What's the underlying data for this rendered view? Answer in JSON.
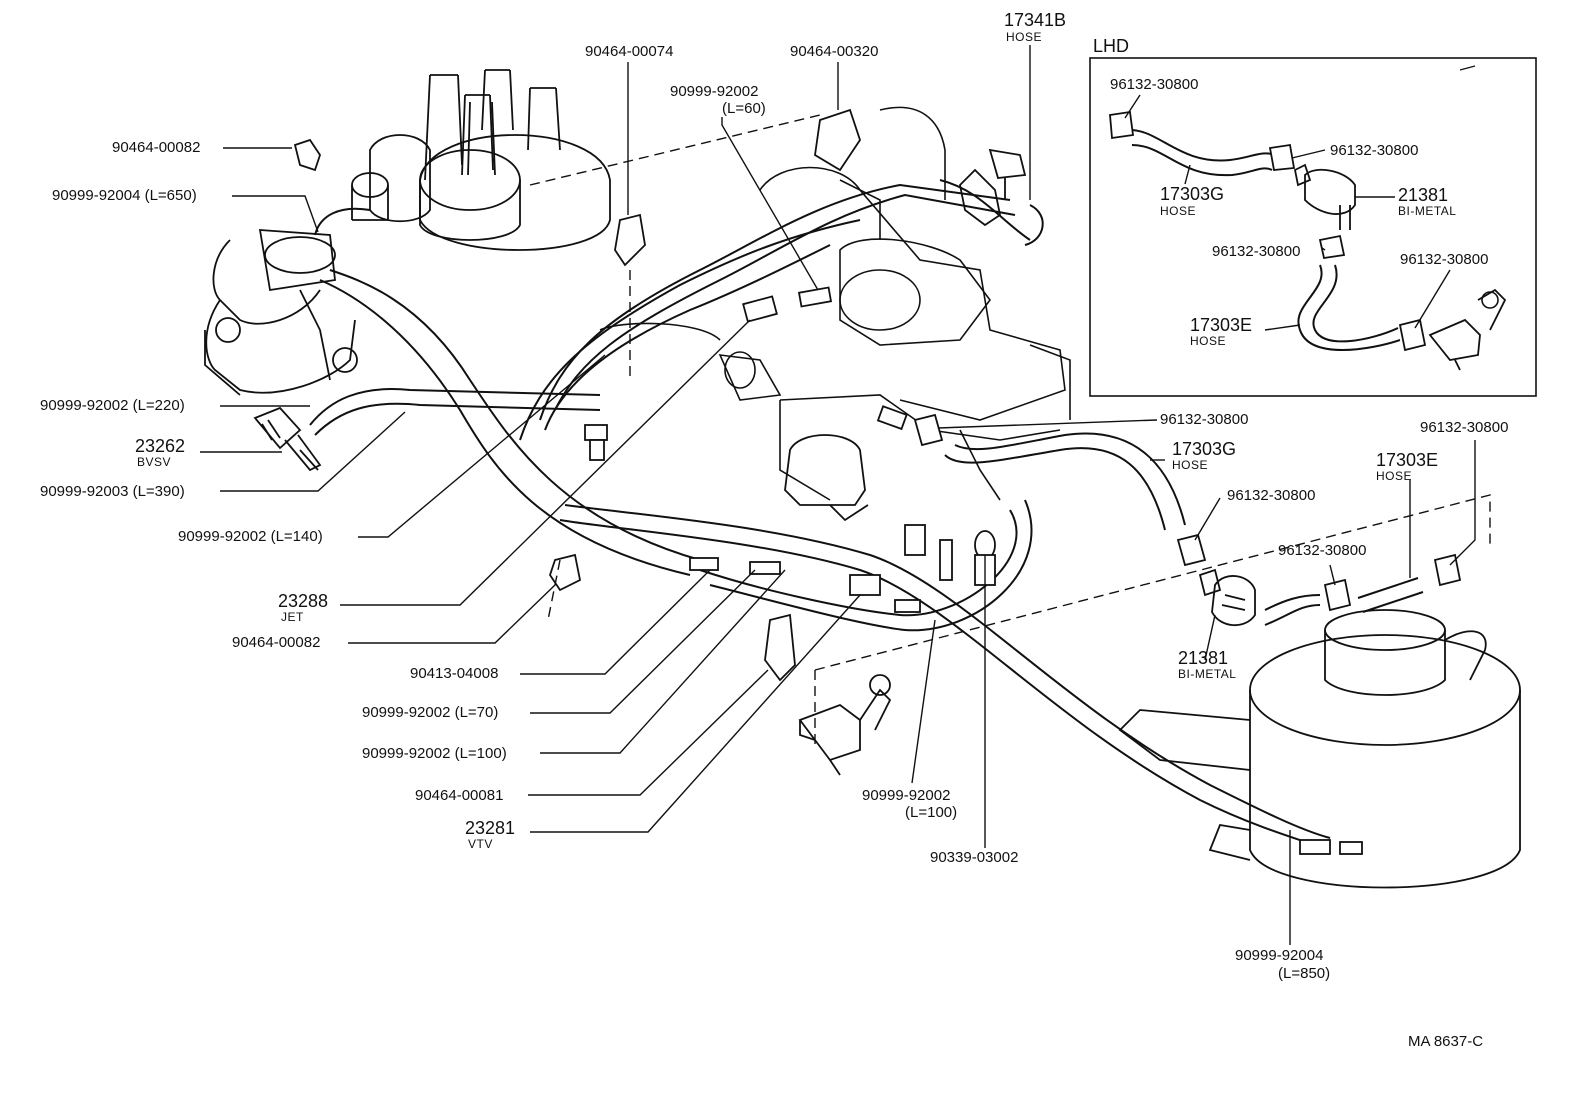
{
  "drawing_code": "MA  8637-C",
  "inset": {
    "title": "LHD"
  },
  "labels": {
    "p90464_00074": "90464-00074",
    "p90464_00320": "90464-00320",
    "p17341B": "17341B",
    "p17341B_sub": "HOSE",
    "p90999_92002_L60_a": "90999-92002",
    "p90999_92002_L60_b": "(L=60)",
    "p90464_00082_top": "90464-00082",
    "p90999_92004_L650": "90999-92004 (L=650)",
    "p90999_92002_L220": "90999-92002 (L=220)",
    "p23262": "23262",
    "p23262_sub": "BVSV",
    "p90999_92003_L390": "90999-92003 (L=390)",
    "p90999_92002_L140": "90999-92002 (L=140)",
    "p23288": "23288",
    "p23288_sub": "JET",
    "p90464_00082_bot": "90464-00082",
    "p90413_04008": "90413-04008",
    "p90999_92002_L70": "90999-92002 (L=70)",
    "p90999_92002_L100": "90999-92002 (L=100)",
    "p90464_00081": "90464-00081",
    "p23281": "23281",
    "p23281_sub": "VTV",
    "p90999_92002_L100b_a": "90999-92002",
    "p90999_92002_L100b_b": "(L=100)",
    "p90339_03002": "90339-03002",
    "p90999_92004_L850_a": "90999-92004",
    "p90999_92004_L850_b": "(L=850)",
    "p96132_30800_mid": "96132-30800",
    "p17303G_main": "17303G",
    "p17303G_main_sub": "HOSE",
    "p96132_30800_right": "96132-30800",
    "p17303E_main": "17303E",
    "p17303E_main_sub": "HOSE",
    "p96132_30800_c1": "96132-30800",
    "p96132_30800_c2": "96132-30800",
    "p21381_main": "21381",
    "p21381_main_sub": "BI-METAL",
    "i96132_a": "96132-30800",
    "i96132_b": "96132-30800",
    "i17303G": "17303G",
    "i17303G_sub": "HOSE",
    "i21381": "21381",
    "i21381_sub": "BI-METAL",
    "i96132_c": "96132-30800",
    "i96132_d": "96132-30800",
    "i17303E": "17303E",
    "i17303E_sub": "HOSE"
  }
}
